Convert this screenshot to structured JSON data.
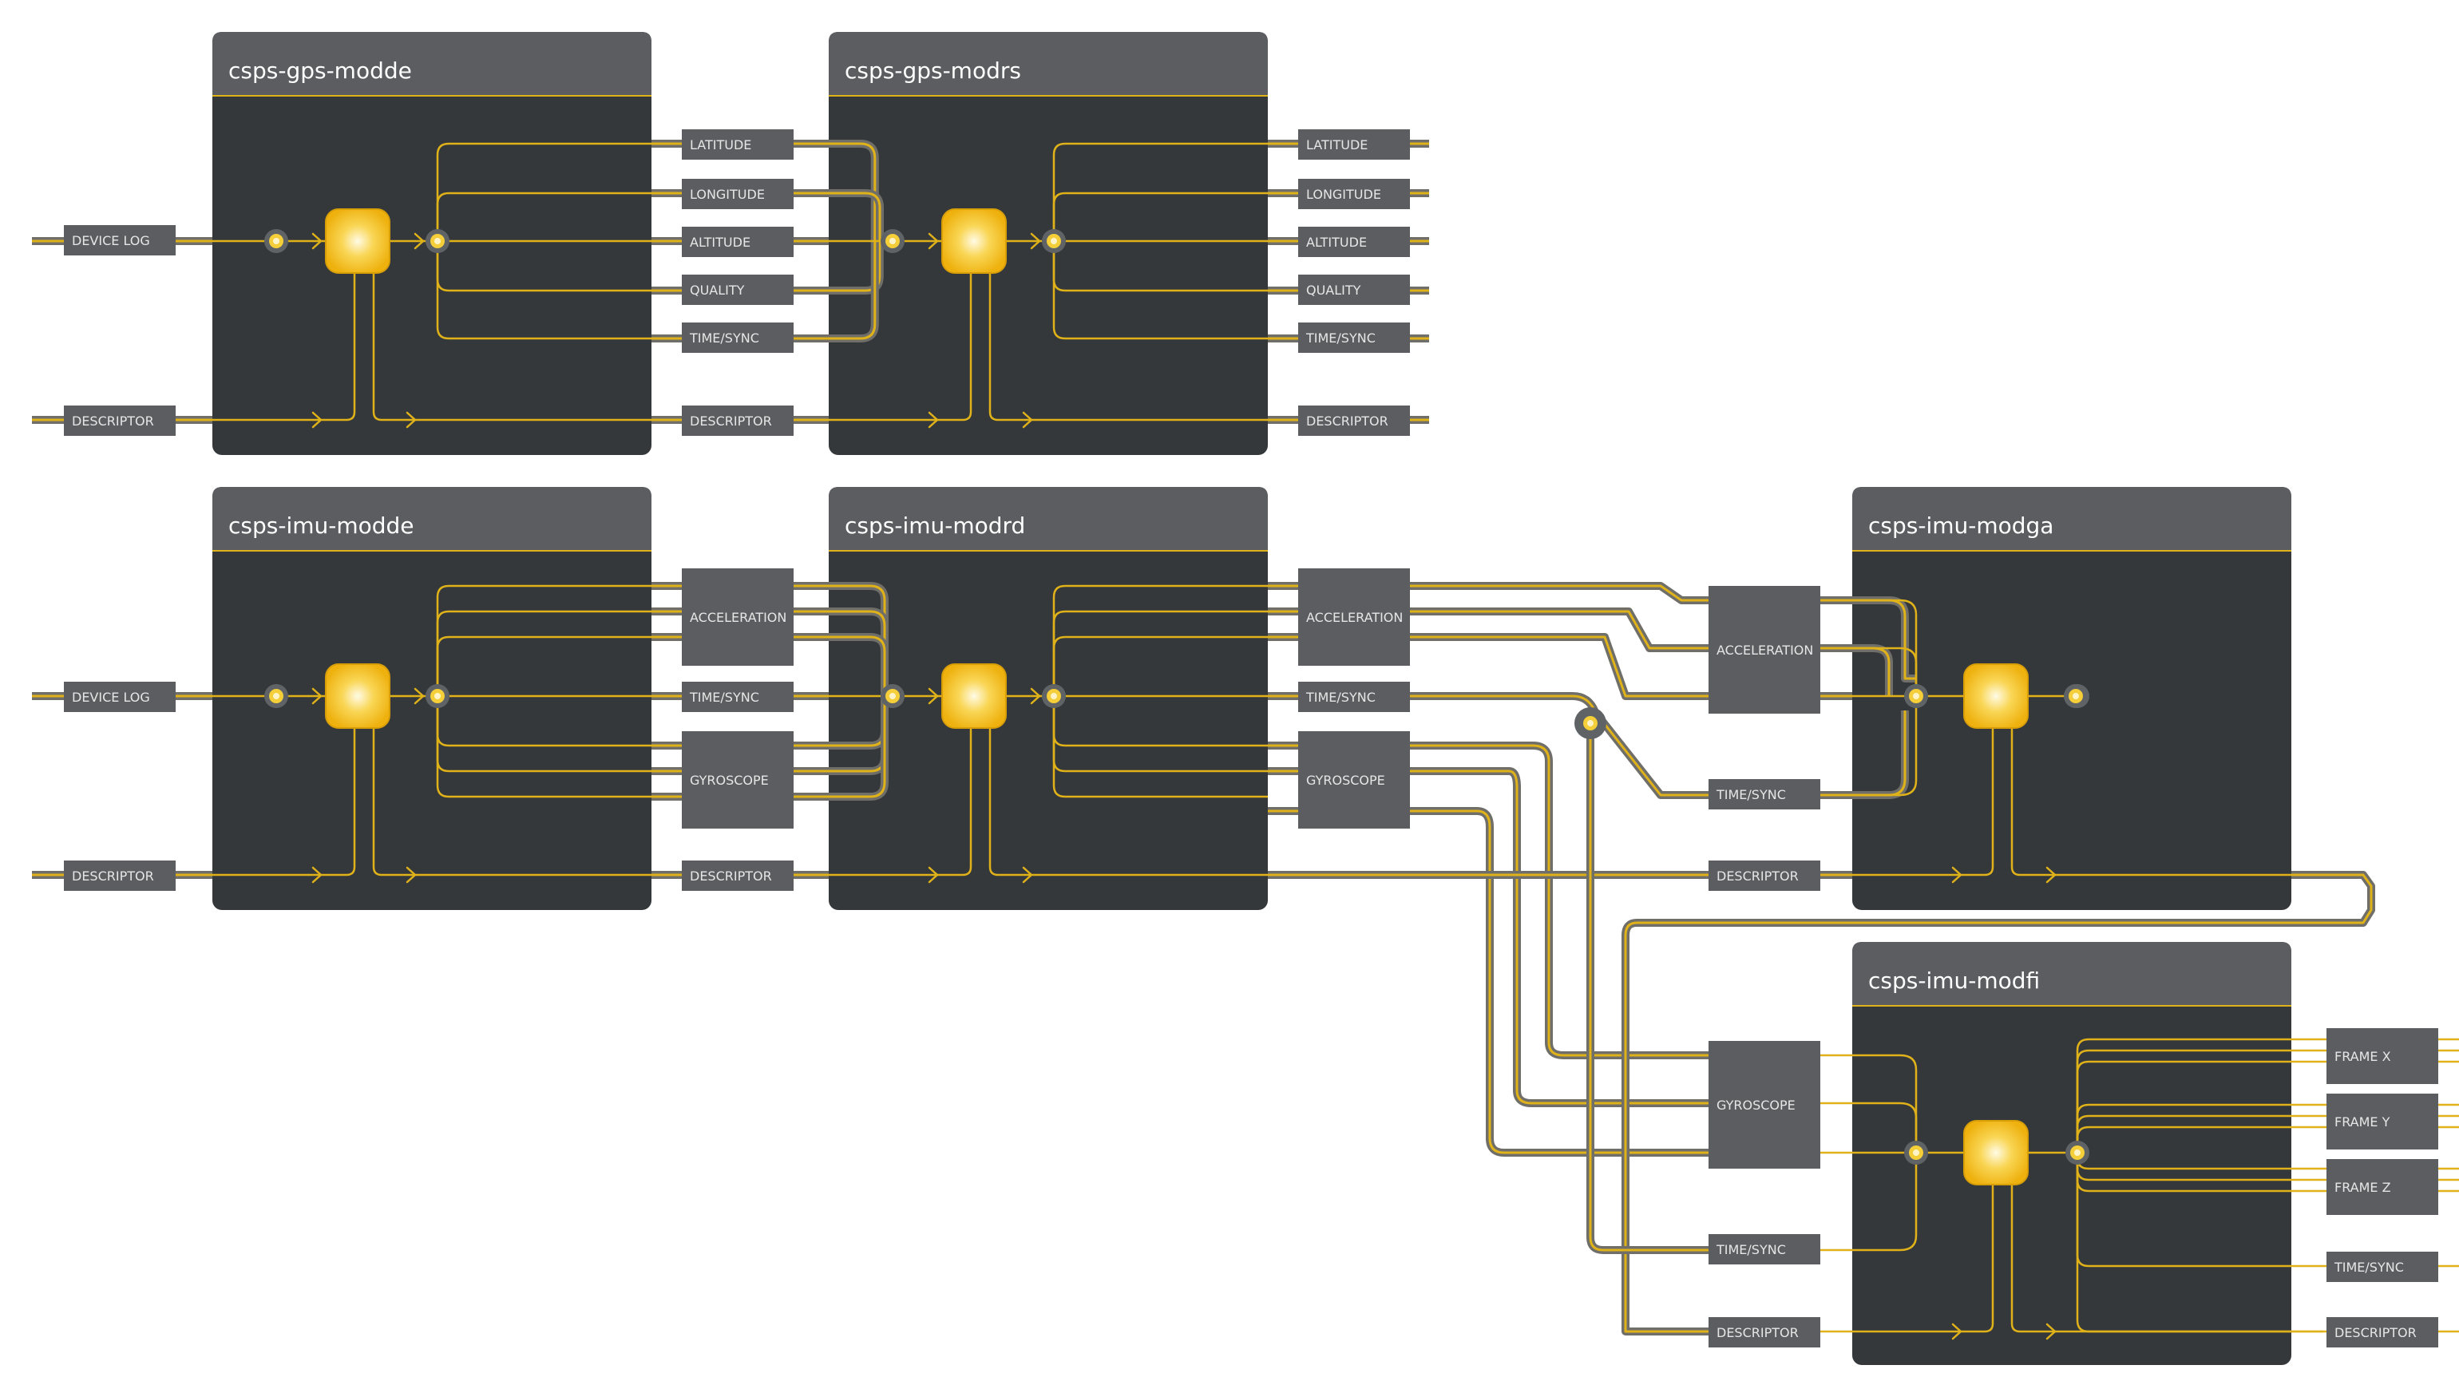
{
  "diagram": {
    "nodes": [
      {
        "id": "gps-modde",
        "title": "csps-gps-modde"
      },
      {
        "id": "gps-modrs",
        "title": "csps-gps-modrs"
      },
      {
        "id": "imu-modde",
        "title": "csps-imu-modde"
      },
      {
        "id": "imu-modrd",
        "title": "csps-imu-modrd"
      },
      {
        "id": "imu-modga",
        "title": "csps-imu-modga"
      },
      {
        "id": "imu-modfi",
        "title": "csps-imu-modfi"
      }
    ],
    "ports": [
      {
        "id": "in-gps-devlog",
        "label": "DEVICE LOG"
      },
      {
        "id": "in-gps-desc",
        "label": "DESCRIPTOR"
      },
      {
        "id": "gde-lat",
        "label": "LATITUDE"
      },
      {
        "id": "gde-lon",
        "label": "LONGITUDE"
      },
      {
        "id": "gde-alt",
        "label": "ALTITUDE"
      },
      {
        "id": "gde-qual",
        "label": "QUALITY"
      },
      {
        "id": "gde-time",
        "label": "TIME/SYNC"
      },
      {
        "id": "gde-desc",
        "label": "DESCRIPTOR"
      },
      {
        "id": "grs-lat",
        "label": "LATITUDE"
      },
      {
        "id": "grs-lon",
        "label": "LONGITUDE"
      },
      {
        "id": "grs-alt",
        "label": "ALTITUDE"
      },
      {
        "id": "grs-qual",
        "label": "QUALITY"
      },
      {
        "id": "grs-time",
        "label": "TIME/SYNC"
      },
      {
        "id": "grs-desc",
        "label": "DESCRIPTOR"
      },
      {
        "id": "in-imu-devlog",
        "label": "DEVICE LOG"
      },
      {
        "id": "in-imu-desc",
        "label": "DESCRIPTOR"
      },
      {
        "id": "ide-acc",
        "label": "ACCELERATION"
      },
      {
        "id": "ide-time",
        "label": "TIME/SYNC"
      },
      {
        "id": "ide-gyr",
        "label": "GYROSCOPE"
      },
      {
        "id": "ide-desc",
        "label": "DESCRIPTOR"
      },
      {
        "id": "ird-acc",
        "label": "ACCELERATION"
      },
      {
        "id": "ird-time",
        "label": "TIME/SYNC"
      },
      {
        "id": "ird-gyr",
        "label": "GYROSCOPE"
      },
      {
        "id": "iga-acc",
        "label": "ACCELERATION"
      },
      {
        "id": "iga-time",
        "label": "TIME/SYNC"
      },
      {
        "id": "iga-desc",
        "label": "DESCRIPTOR"
      },
      {
        "id": "ifi-gyr",
        "label": "GYROSCOPE"
      },
      {
        "id": "ifi-time",
        "label": "TIME/SYNC"
      },
      {
        "id": "ifi-desc",
        "label": "DESCRIPTOR"
      },
      {
        "id": "ifi-fx",
        "label": "FRAME X"
      },
      {
        "id": "ifi-fy",
        "label": "FRAME Y"
      },
      {
        "id": "ifi-fz",
        "label": "FRAME Z"
      },
      {
        "id": "ifi-otime",
        "label": "TIME/SYNC"
      },
      {
        "id": "ifi-odesc",
        "label": "DESCRIPTOR"
      }
    ]
  },
  "colors": {
    "node_body": "#35383b",
    "node_header": "#5b5d60",
    "accent_line": "#e0b21a",
    "wire_casing": "#6f6e69",
    "processor": "#f0b90f"
  }
}
